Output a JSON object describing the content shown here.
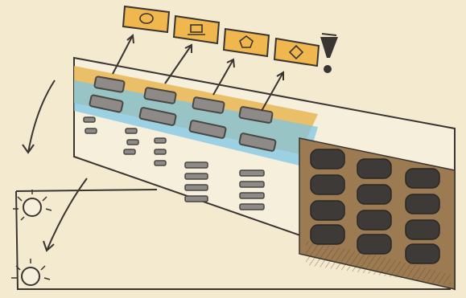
{
  "colors": {
    "paper": "#f3ead0",
    "ink": "#3a3530",
    "amber": "#e9b95a",
    "cyan": "#7ec6e6",
    "panel": "#f6efdc",
    "slot": "#8d8a87",
    "slot_stroke": "#4a4642",
    "keypad": "#9c7a52",
    "keypad_dark": "#7a5a38",
    "key": "#3d3a38",
    "card": "#efb74e"
  },
  "icon_cards": [
    {
      "icon": "circle-icon"
    },
    {
      "icon": "screen-icon"
    },
    {
      "icon": "pentagon-icon"
    },
    {
      "icon": "diamond-icon"
    }
  ],
  "alert_icon": "exclamation-icon",
  "light_indicators": 2,
  "panel_slot_rows": 2,
  "keypad_keys": 12
}
